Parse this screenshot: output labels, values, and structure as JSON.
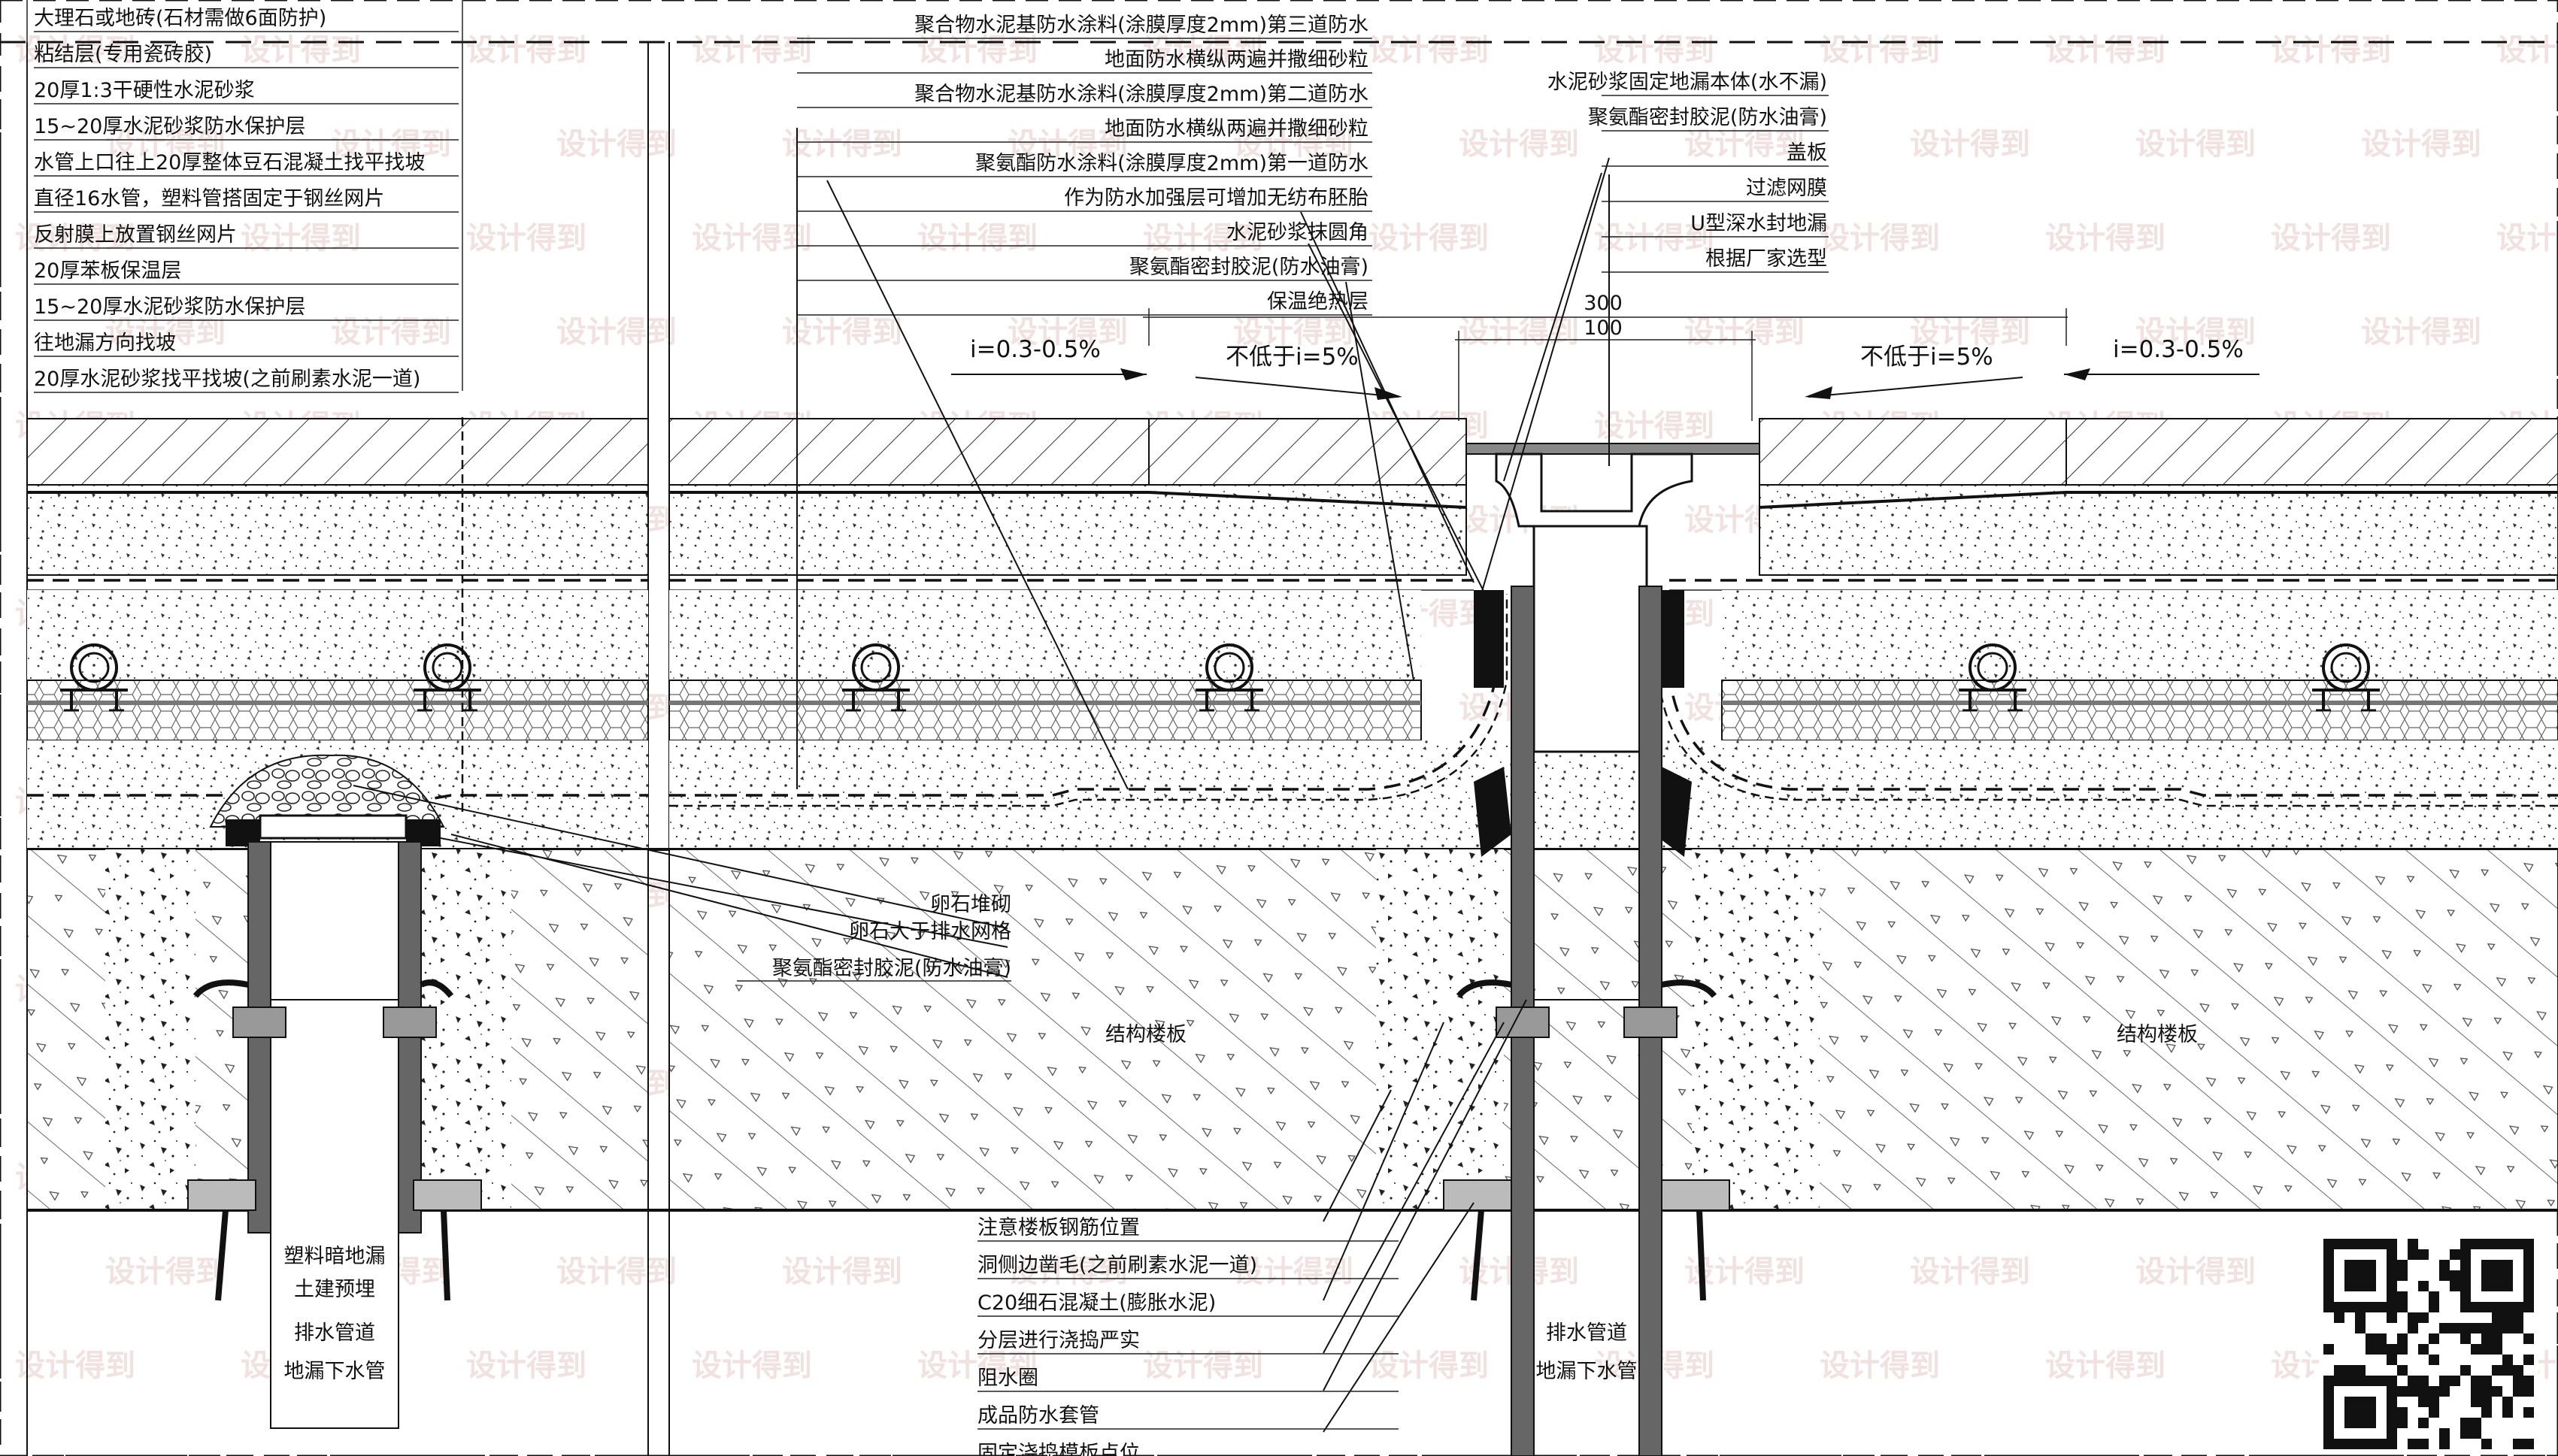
{
  "labels_left": [
    "大理石或地砖(石材需做6面防护)",
    "粘结层(专用瓷砖胶)",
    "20厚1:3干硬性水泥砂浆",
    "15~20厚水泥砂浆防水保护层",
    "水管上口往上20厚整体豆石混凝土找平找坡",
    "直径16水管，塑料管搭固定于钢丝网片",
    "反射膜上放置钢丝网片",
    "20厚苯板保温层",
    "15~20厚水泥砂浆防水保护层",
    "往地漏方向找坡",
    "20厚水泥砂浆找平找坡(之前刷素水泥一道)"
  ],
  "labels_center": [
    "聚合物水泥基防水涂料(涂膜厚度2mm)第三道防水",
    "地面防水横纵两遍并撒细砂粒",
    "聚合物水泥基防水涂料(涂膜厚度2mm)第二道防水",
    "地面防水横纵两遍并撒细砂粒",
    "聚氨酯防水涂料(涂膜厚度2mm)第一道防水",
    "作为防水加强层可增加无纺布胚胎",
    "水泥砂浆抹圆角",
    "聚氨酯密封胶泥(防水油膏)",
    "保温绝热层"
  ],
  "labels_right": [
    "水泥砂浆固定地漏本体(水不漏)",
    "聚氨酯密封胶泥(防水油膏)",
    "盖板",
    "过滤网膜",
    "U型深水封地漏",
    "根据厂家选型"
  ],
  "slopes": {
    "left_outer": "i=0.3-0.5%",
    "left_inner": "不低于i=5%",
    "right_inner": "不低于i=5%",
    "right_outer": "i=0.3-0.5%"
  },
  "dimensions": {
    "upper": "300",
    "lower": "100"
  },
  "labels_mid": [
    "卵石堆砌",
    "卵石大于排水网格",
    "聚氨酯密封胶泥(防水油膏)"
  ],
  "slab_label": "结构楼板",
  "labels_pipe_left": [
    "塑料暗地漏",
    "土建预埋",
    "排水管道",
    "地漏下水管"
  ],
  "labels_pipe_right": [
    "排水管道",
    "地漏下水管"
  ],
  "labels_bottom": [
    "注意楼板钢筋位置",
    "洞侧边凿毛(之前刷素水泥一道)",
    "C20细石混凝土(膨胀水泥)",
    "分层进行浇捣严实",
    "阻水圈",
    "成品防水套管",
    "固定浇捣模板点位"
  ],
  "watermark": "设计得到",
  "colors": {
    "line": "#111111",
    "watermark": "#e7c9c9",
    "background": "#ffffff"
  }
}
